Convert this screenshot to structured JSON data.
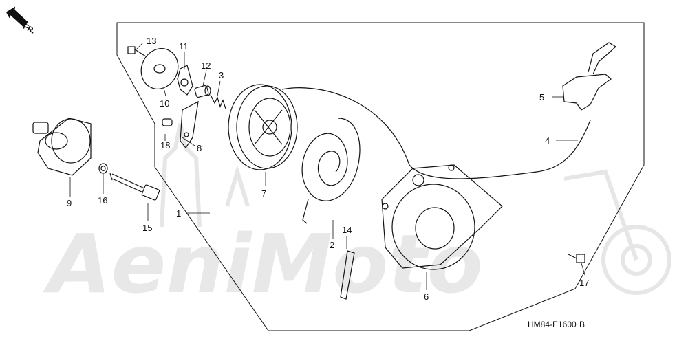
{
  "diagram": {
    "orientation_label": "FR.",
    "part_code": "HM84-E1600",
    "part_code_suffix": "B",
    "watermark_text": "AeniMoto",
    "callouts": {
      "c1": "1",
      "c2": "2",
      "c3": "3",
      "c4": "4",
      "c5": "5",
      "c6": "6",
      "c7": "7",
      "c8": "8",
      "c9": "9",
      "c10": "10",
      "c11": "11",
      "c12": "12",
      "c13": "13",
      "c14": "14",
      "c15": "15",
      "c16": "16",
      "c17": "17",
      "c18": "18"
    }
  },
  "colors": {
    "line": "#111111",
    "watermark": "#e6e6e6",
    "background": "#ffffff"
  }
}
